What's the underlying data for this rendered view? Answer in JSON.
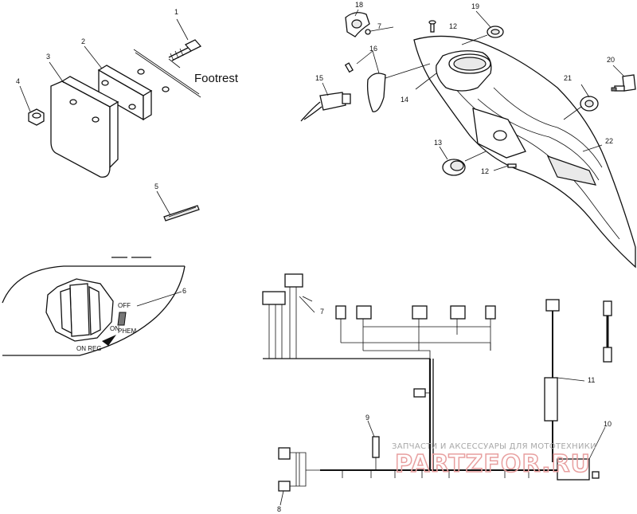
{
  "diagram": {
    "callouts": {
      "c1": "1",
      "c2": "2",
      "c3": "3",
      "c4": "4",
      "c5": "5",
      "c6": "6",
      "c7a": "7",
      "c7b": "7",
      "c8": "8",
      "c9": "9",
      "c10": "10",
      "c11": "11",
      "c12a": "12",
      "c12b": "12",
      "c13": "13",
      "c14": "14",
      "c15": "15",
      "c16": "16",
      "c18": "18",
      "c19": "19",
      "c20": "20",
      "c21": "21",
      "c22": "22"
    },
    "footrest_label": "Footrest",
    "switch_labels": {
      "off": "OFF",
      "on": "ON",
      "phem": "PHEM",
      "onreg": "ON REG"
    }
  },
  "watermark": {
    "line1": "ЗАПЧАСТИ И АКСЕССУАРЫ ДЛЯ МОТОТЕХНИКИ",
    "line2": "PARTZFOR.RU"
  }
}
